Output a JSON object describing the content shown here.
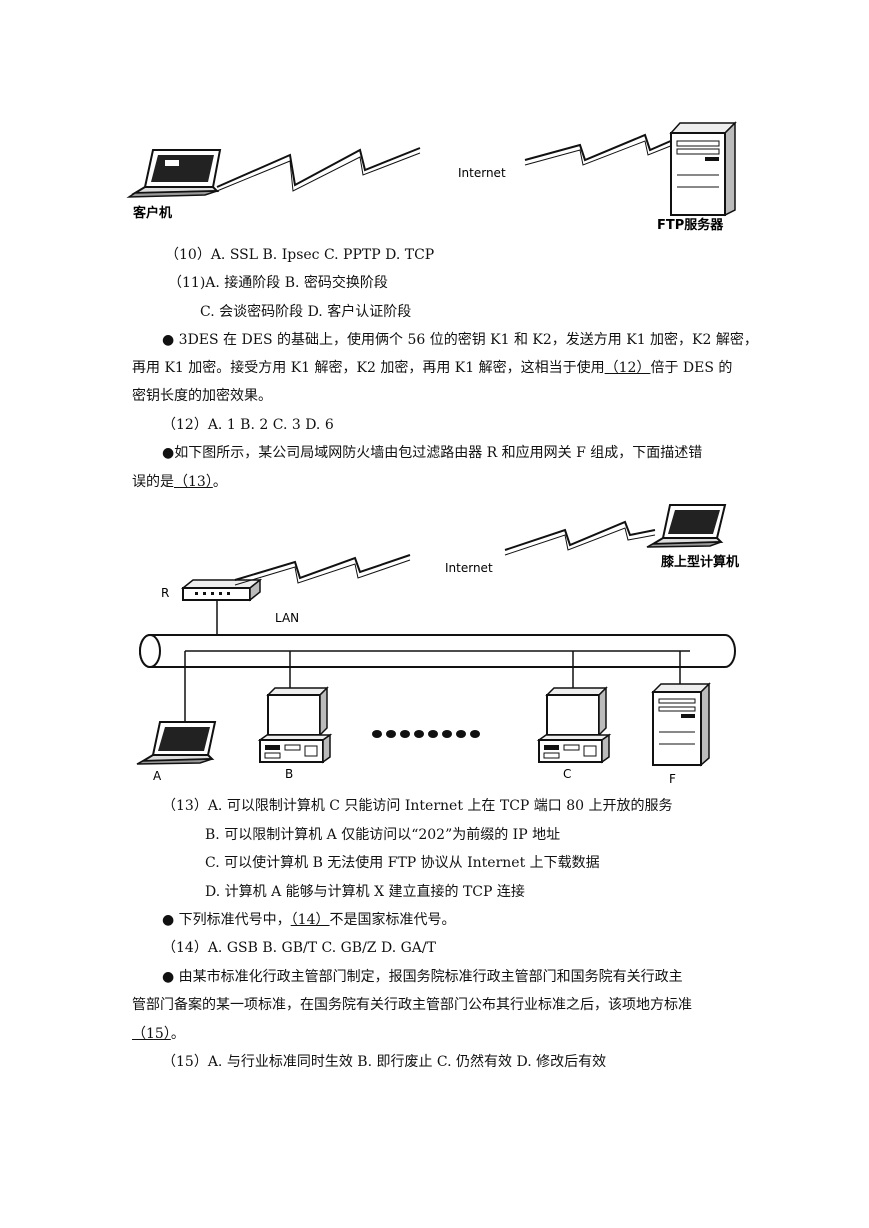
{
  "figure1": {
    "client_label": "客户机",
    "internet_label": "Internet",
    "server_label": "FTP服务器"
  },
  "q10_options": "（10）A. SSL    B. Ipsec   C. PPTP    D. TCP",
  "q11_options_line1": "（11)A. 接通阶段          B. 密码交换阶段",
  "q11_options_line2": "C. 会谈密码阶段    D. 客户认证阶段",
  "q12_stem_line1": "●  3DES 在 DES 的基础上，使用俩个 56 位的密钥 K1 和 K2，发送方用 K1 加密，K2 解密，",
  "q12_stem_line2_pre": "再用 K1 加密。接受方用 K1 解密，K2 加密，再用 K1 解密，这相当于使用",
  "q12_blank": "（12）",
  "q12_stem_line2_post": "倍于 DES 的",
  "q12_stem_line3": "密钥长度的加密效果。",
  "q12_options": "（12）A. 1      B. 2      C. 3      D. 6",
  "q13_stem_line1": "●如下图所示，某公司局域网防火墙由包过滤路由器 R 和应用网关 F 组成，下面描述错",
  "q13_stem_line2_pre": "误的是",
  "q13_blank": "（13）",
  "q13_stem_line2_post": "。",
  "figure2": {
    "router_label": "R",
    "lan_label": "LAN",
    "internet_label": "Internet",
    "laptop_label": "膝上型计算机",
    "node_a": "A",
    "node_b": "B",
    "node_c": "C",
    "node_f": "F"
  },
  "q13_options": [
    "（13）A. 可以限制计算机 C 只能访问 Internet 上在 TCP 端口 80 上开放的服务",
    "B. 可以限制计算机 A 仅能访问以“202”为前缀的 IP 地址",
    "C. 可以使计算机 B 无法使用 FTP 协议从 Internet 上下载数据",
    "D. 计算机 A 能够与计算机 X 建立直接的 TCP 连接"
  ],
  "q14_stem_pre": "●  下列标准代号中，",
  "q14_blank": "（14）",
  "q14_stem_post": "不是国家标准代号。",
  "q14_options": "（14）A. GSB      B. GB/T      C. GB/Z      D. GA/T",
  "q15_stem_line1": "●  由某市标准化行政主管部门制定，报国务院标准行政主管部门和国务院有关行政主",
  "q15_stem_line2": "管部门备案的某一项标准，在国务院有关行政主管部门公布其行业标准之后，该项地方标准",
  "q15_blank": "（15）",
  "q15_stem_line3_post": "。",
  "q15_options": "（15）A. 与行业标准同时生效    B. 即行废止    C. 仍然有效    D. 修改后有效"
}
